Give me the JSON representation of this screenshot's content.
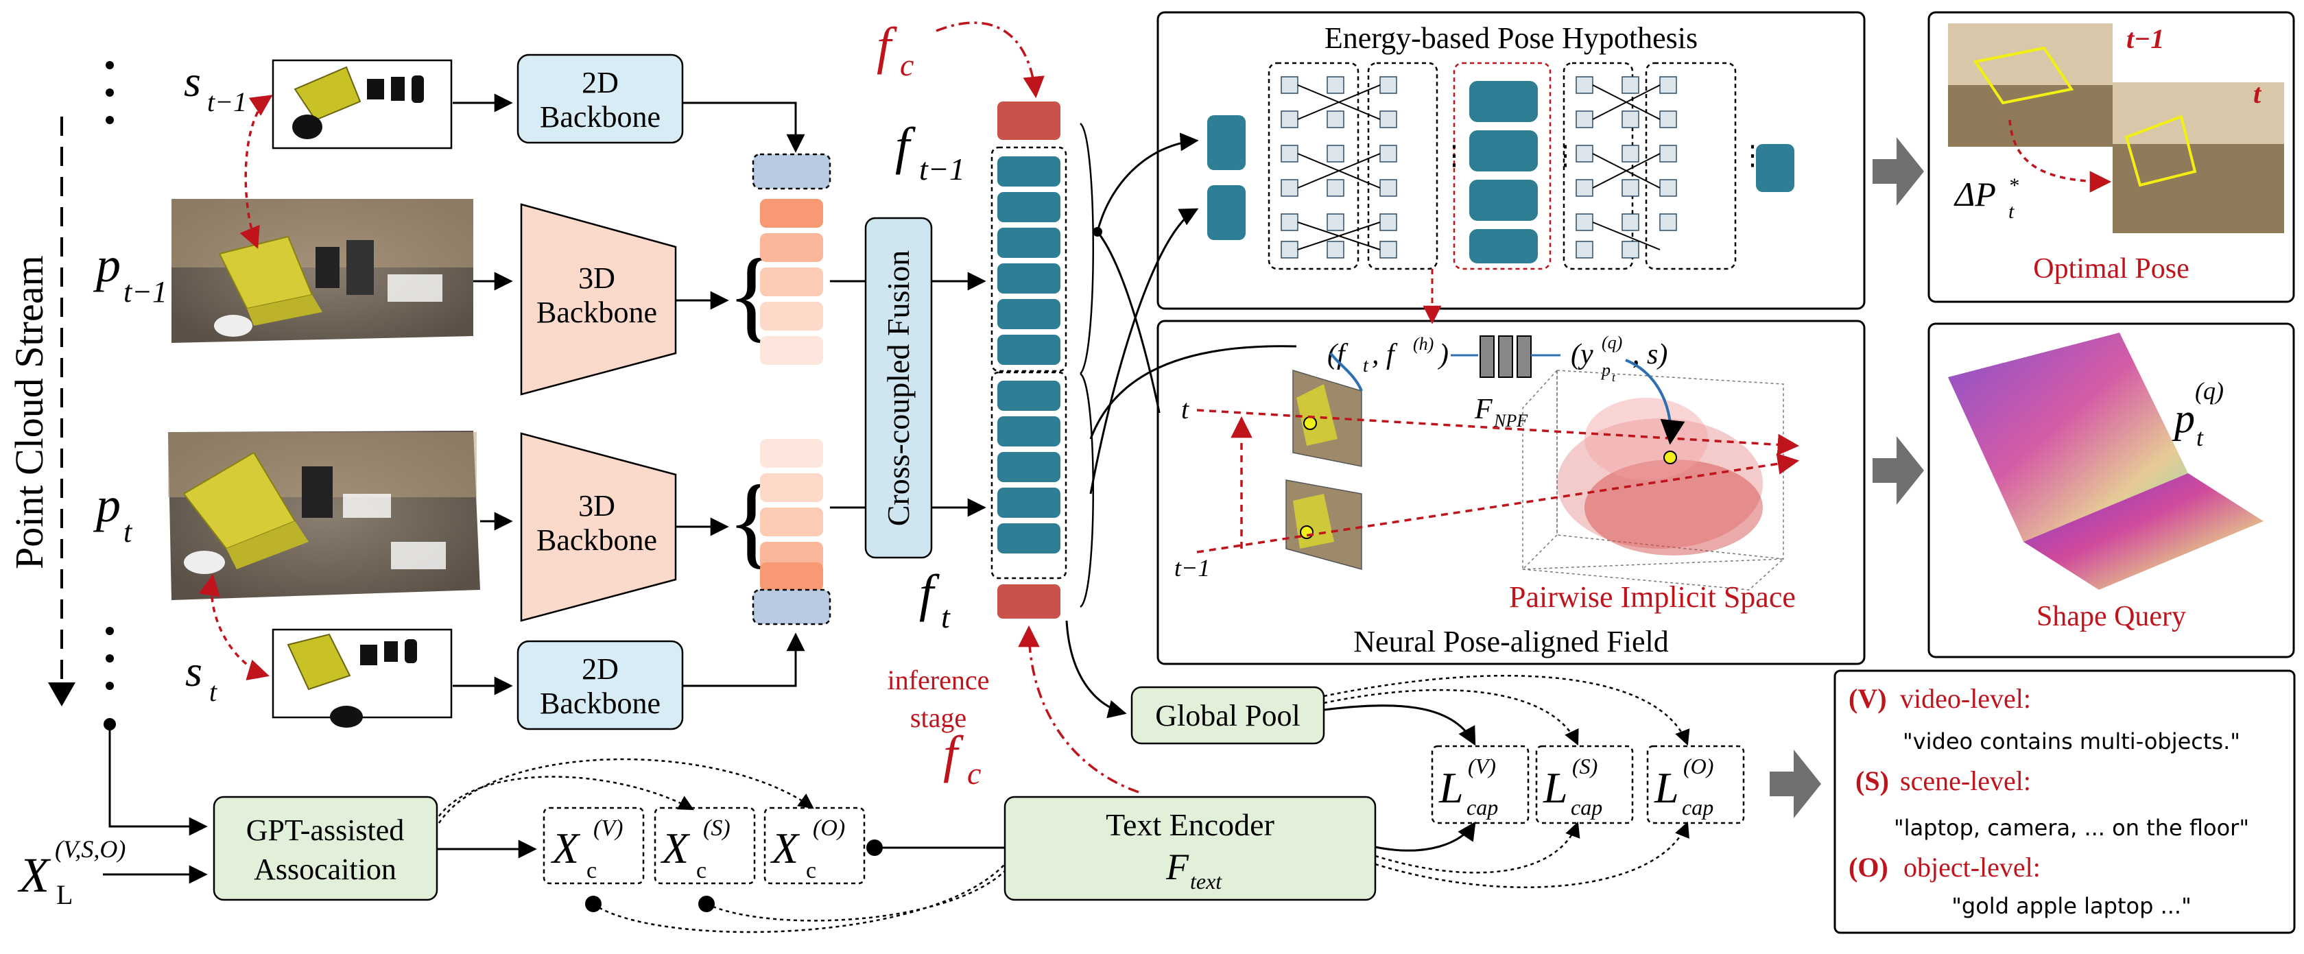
{
  "stream": {
    "title": "Point Cloud Stream",
    "s_prev": "s",
    "s_prev_sub": "t−1",
    "p_prev": "p",
    "p_prev_sub": "t−1",
    "p_cur": "p",
    "p_cur_sub": "t",
    "s_cur": "s",
    "s_cur_sub": "t"
  },
  "backbones": {
    "b2d_top": [
      "2D",
      "Backbone"
    ],
    "b3d_top": [
      "3D",
      "Backbone"
    ],
    "b3d_bottom": [
      "3D",
      "Backbone"
    ],
    "b2d_bottom": [
      "2D",
      "Backbone"
    ]
  },
  "fusion": {
    "label": "Cross-coupled Fusion"
  },
  "features": {
    "fc_top": "f",
    "fc_top_sub": "c",
    "f_prev": "f",
    "f_prev_sub": "t−1",
    "f_cur": "f",
    "f_cur_sub": "t",
    "fc_bottom": "f",
    "fc_bottom_sub": "c",
    "inference": [
      "inference",
      "stage"
    ]
  },
  "energy": {
    "title": "Energy-based Pose Hypothesis"
  },
  "npf": {
    "title": "Neural Pose-aligned Field",
    "pairwise": "Pairwise Implicit Space",
    "input_left": "(f",
    "input_left_sub": "t",
    "input_mid": ", f",
    "input_mid_sup": "(h)",
    "input_right": ")",
    "f_npf": "F",
    "f_npf_sub": "NPF",
    "output": "(y",
    "output_sup": "(q)",
    "output_sub": "p",
    "output_sub2": "t",
    "output_end": ", s)",
    "t_label": "t",
    "tm1_label": "t−1"
  },
  "optimal": {
    "caption": "Optimal Pose",
    "t_prev": "t−1",
    "t_cur": "t",
    "delta": "ΔP",
    "delta_sub": "t",
    "delta_sup": "*"
  },
  "shape": {
    "caption": "Shape Query",
    "p": "p",
    "p_sub": "t",
    "p_sup": "(q)"
  },
  "pool": {
    "label": "Global Pool"
  },
  "gpt": {
    "label": [
      "GPT-assisted",
      "Assocaition"
    ]
  },
  "text_encoder": {
    "label": "Text Encoder",
    "f": "F",
    "f_sub": "text"
  },
  "input_x": {
    "x": "X",
    "sub": "L",
    "sup": "(V,S,O)"
  },
  "xc": [
    {
      "x": "X",
      "sub": "c",
      "sup": "(V)"
    },
    {
      "x": "X",
      "sub": "c",
      "sup": "(S)"
    },
    {
      "x": "X",
      "sub": "c",
      "sup": "(O)"
    }
  ],
  "losses": [
    {
      "l": "L",
      "sub": "cap",
      "sup": "(V)"
    },
    {
      "l": "L",
      "sub": "cap",
      "sup": "(S)"
    },
    {
      "l": "L",
      "sub": "cap",
      "sup": "(O)"
    }
  ],
  "captions": {
    "v_key": "(V)",
    "v_label": "video-level:",
    "v_text": "\"video contains multi-objects.\"",
    "s_key": "(S)",
    "s_label": "scene-level:",
    "s_text": "\"laptop, camera, ... on the floor\"",
    "o_key": "(O)",
    "o_label": "object-level:",
    "o_text": "\"gold apple laptop  ...\""
  },
  "colors": {
    "teal": "#2e7f96",
    "red_block": "#c9524a",
    "accent_red": "#c0141c",
    "backbone_2d": "#d7ecf4",
    "backbone_3d": "#fbd9cb",
    "green_box": "#e2efd9",
    "fusion": "#cfe6f0"
  }
}
